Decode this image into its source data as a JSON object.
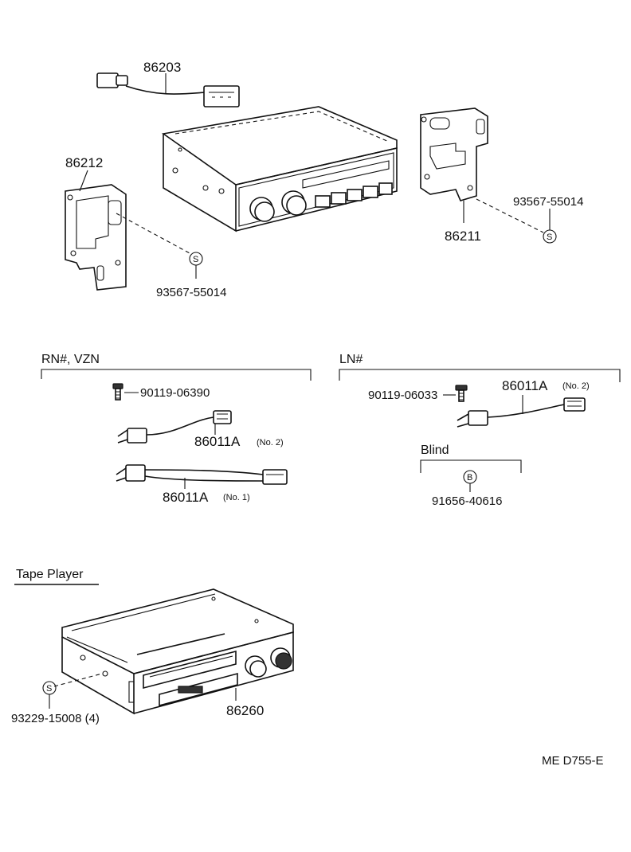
{
  "parts": {
    "p86203": "86203",
    "p86212": "86212",
    "p86211": "86211",
    "p93567_left": "93567-55014",
    "p93567_right": "93567-55014",
    "p90119_06390": "90119-06390",
    "p86011A_left_no2": "86011A",
    "p86011A_left_no2_suffix": "(No. 2)",
    "p86011A_left_no1": "86011A",
    "p86011A_left_no1_suffix": "(No. 1)",
    "p90119_06033": "90119-06033",
    "p86011A_right_no2": "86011A",
    "p86011A_right_no2_suffix": "(No. 2)",
    "p91656": "91656-40616",
    "p86260": "86260",
    "p93229": "93229-15008 (4)"
  },
  "symbols": {
    "s_left": "S",
    "s_right": "S",
    "b_blind": "B",
    "s_tape": "S"
  },
  "sections": {
    "rn_vzn": "RN#, VZN",
    "ln": "LN#",
    "blind": "Blind",
    "tape_player": "Tape Player"
  },
  "footer": {
    "code": "ME  D755-E"
  }
}
